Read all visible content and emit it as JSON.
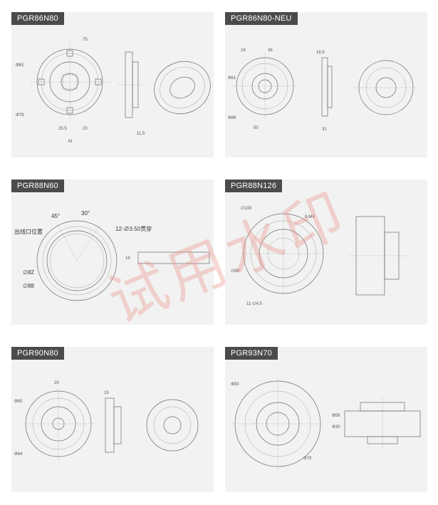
{
  "cards": [
    {
      "title": "PGR86N80",
      "labels": [
        "Φ62",
        "Φ78",
        "25.5",
        "20",
        "75",
        "M",
        "11.5"
      ]
    },
    {
      "title": "PGR86N80-NEU",
      "labels": [
        "Φ61",
        "Φ86",
        "18",
        "36",
        "16.5",
        "50",
        "31"
      ]
    },
    {
      "title": "PGR88N60",
      "labels": [
        "45°",
        "30°",
        "12-∅3.50贯穿",
        "出线口位置",
        "∅82",
        "∅88",
        "16"
      ]
    },
    {
      "title": "PGR88N126",
      "labels": [
        "∅100",
        "∅88",
        "8-M4",
        "11-∅4.5"
      ]
    },
    {
      "title": "PGR90N80",
      "labels": [
        "Φ90",
        "Φ64",
        "20",
        "15"
      ]
    },
    {
      "title": "PGR93N70",
      "labels": [
        "Φ93",
        "Φ70",
        "Φ59",
        "Φ30"
      ]
    }
  ],
  "watermark": "试用水印"
}
